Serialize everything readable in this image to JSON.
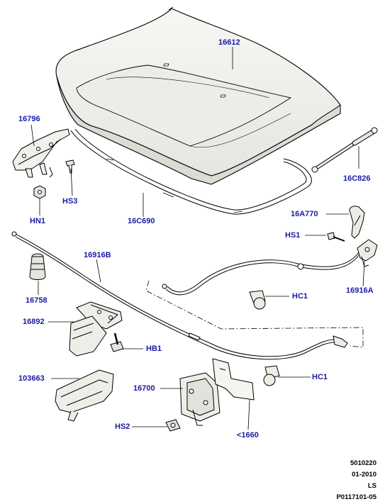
{
  "callouts": {
    "hood": "16612",
    "hinge": "16796",
    "hinge_screw": "HS3",
    "hinge_nut": "HN1",
    "seal": "16C690",
    "strut": "16C826",
    "release_handle": "16A770",
    "handle_screw": "HS1",
    "release_cable": "16916A",
    "bumper": "16758",
    "secondary_cable": "16916B",
    "clip_upper": "HC1",
    "safety_catch": "16892",
    "catch_bolt": "HB1",
    "shield": "103663",
    "latch": "16700",
    "clip_lower": "HC1",
    "latch_screw": "HS2",
    "bracket": "<1660"
  },
  "reference": {
    "line1": "5010220",
    "line2": "01-2010",
    "line3": "LS",
    "line4": "P0117101-05"
  },
  "colors": {
    "label": "#1a1aa6",
    "line": "#000000",
    "part_fill": "#f2f2ee",
    "part_shade": "#d7d7d2"
  }
}
